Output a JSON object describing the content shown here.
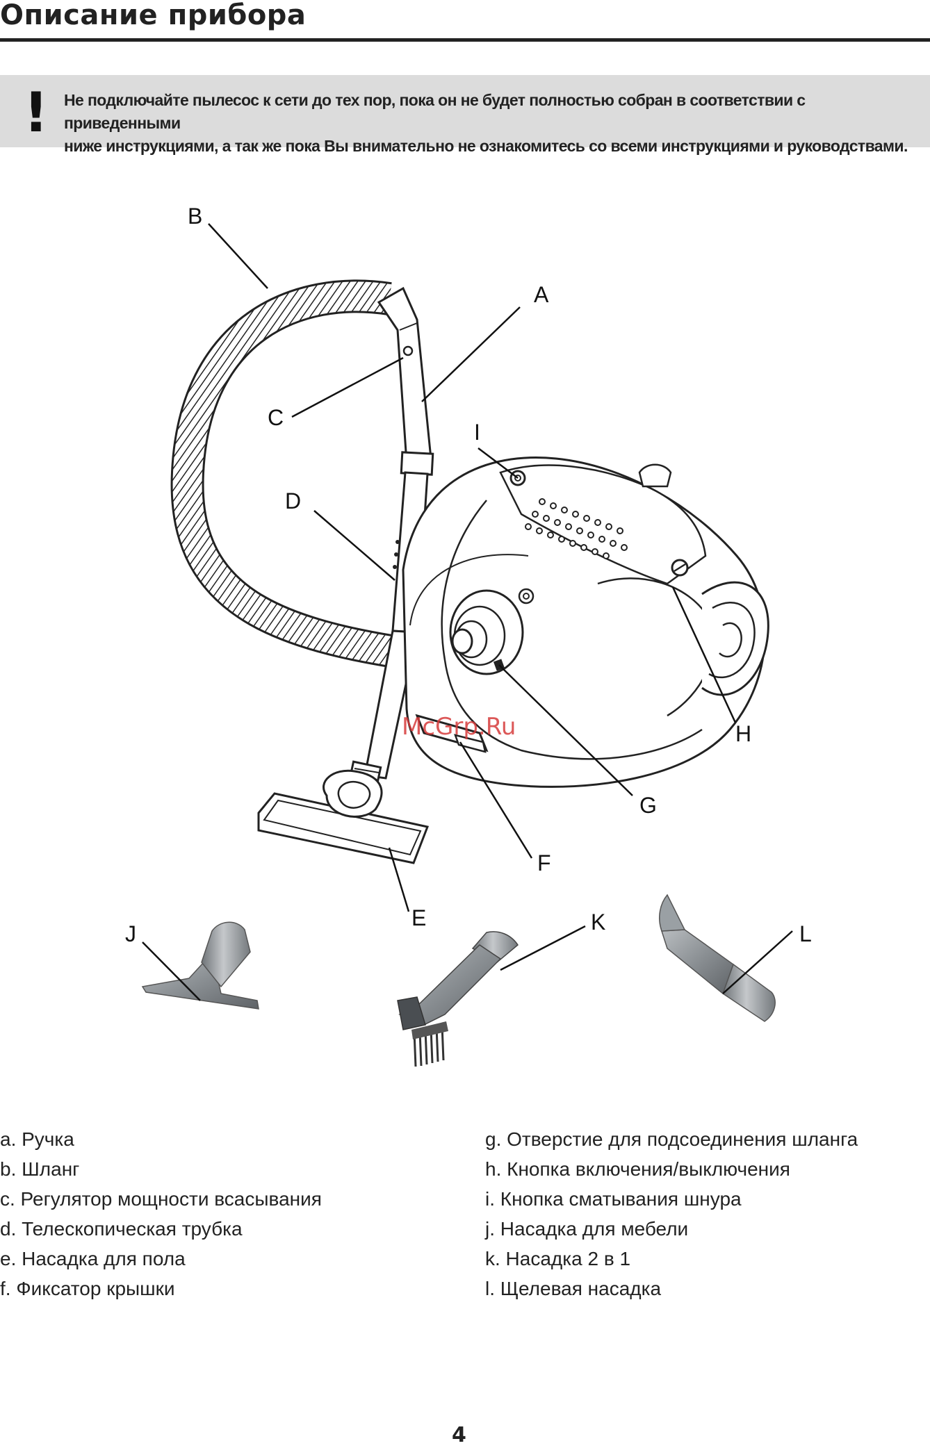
{
  "header": {
    "title": "Описание прибора"
  },
  "warning": {
    "mark": "!",
    "line1": "Не подключайте пылесос к сети до тех пор, пока он не будет полностью собран в соответствии с приведенными",
    "line2": "ниже инструкциями, а так же пока Вы внимательно не ознакомитесь со всеми инструкциями и руководствами."
  },
  "diagram": {
    "labels": [
      "A",
      "B",
      "C",
      "D",
      "E",
      "F",
      "G",
      "H",
      "I",
      "J",
      "K",
      "L"
    ],
    "watermark": "McGrp.Ru"
  },
  "legend": {
    "left": [
      "a. Ручка",
      "b. Шланг",
      "c. Регулятор мощности всасывания",
      "d. Телескопическая трубка",
      "e. Насадка для пола",
      "f. Фиксатор крышки"
    ],
    "right": [
      "g. Отверстие для подсоединения шланга",
      "h. Кнопка включения/выключения",
      "i. Кнопка сматывания шнура",
      "j. Насадка для мебели",
      "k. Насадка 2 в 1",
      "l. Щелевая насадка"
    ]
  },
  "footer": {
    "page_number": "4"
  }
}
